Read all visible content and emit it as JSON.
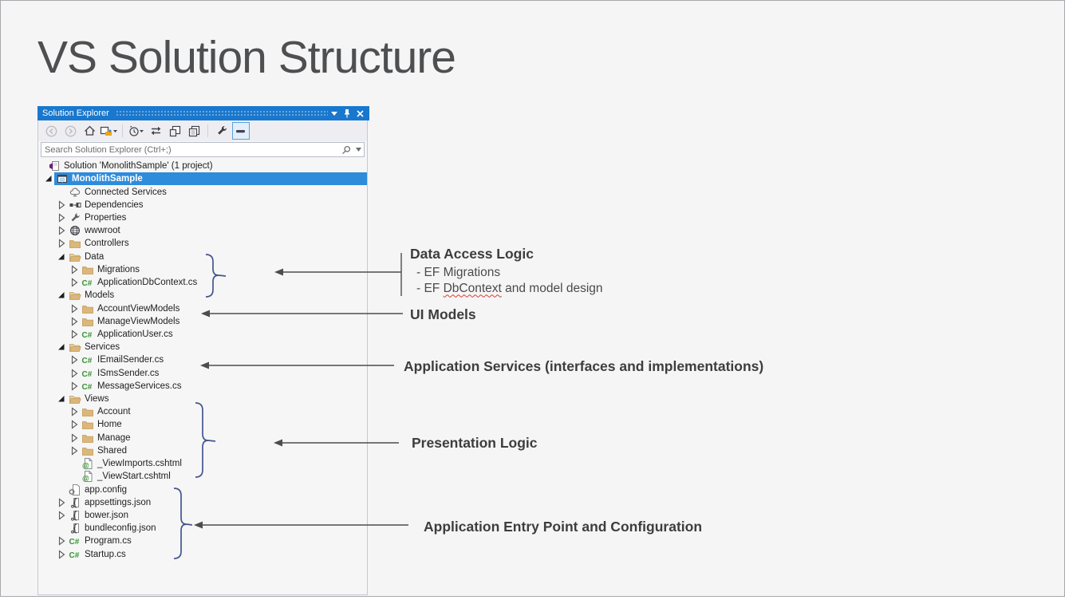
{
  "slide": {
    "title": "VS Solution Structure"
  },
  "solution_explorer": {
    "titlebar": {
      "title": "Solution Explorer",
      "icons": [
        "window-position-dropdown",
        "pin",
        "close"
      ]
    },
    "toolbar": {
      "buttons": [
        "back",
        "forward",
        "home",
        "switch-views",
        "pending-changes-filter",
        "sync-with-active-document",
        "refresh",
        "collapse-all",
        "properties",
        "preview-selected-items"
      ],
      "separators_after": [
        "switch-views",
        "collapse-all"
      ]
    },
    "search": {
      "placeholder": "Search Solution Explorer (Ctrl+;)",
      "icons": [
        "search",
        "search-options-dropdown"
      ]
    },
    "tree": {
      "rows": [
        {
          "label": "Solution 'MonolithSample' (1 project)",
          "level": 0,
          "icon": "solution",
          "arrow": null
        },
        {
          "label": "MonolithSample",
          "level": 1,
          "icon": "project",
          "arrow": "expanded",
          "selected": true
        },
        {
          "label": "Connected Services",
          "level": 2,
          "icon": "connected-services",
          "arrow": null
        },
        {
          "label": "Dependencies",
          "level": 2,
          "icon": "dependencies",
          "arrow": "collapsed"
        },
        {
          "label": "Properties",
          "level": 2,
          "icon": "wrench",
          "arrow": "collapsed"
        },
        {
          "label": "wwwroot",
          "level": 2,
          "icon": "globe",
          "arrow": "collapsed"
        },
        {
          "label": "Controllers",
          "level": 2,
          "icon": "folder",
          "arrow": "collapsed"
        },
        {
          "label": "Data",
          "level": 2,
          "icon": "folder-open",
          "arrow": "expanded"
        },
        {
          "label": "Migrations",
          "level": 3,
          "icon": "folder",
          "arrow": "collapsed"
        },
        {
          "label": "ApplicationDbContext.cs",
          "level": 3,
          "icon": "csharp",
          "arrow": "collapsed"
        },
        {
          "label": "Models",
          "level": 2,
          "icon": "folder-open",
          "arrow": "expanded"
        },
        {
          "label": "AccountViewModels",
          "level": 3,
          "icon": "folder",
          "arrow": "collapsed"
        },
        {
          "label": "ManageViewModels",
          "level": 3,
          "icon": "folder",
          "arrow": "collapsed"
        },
        {
          "label": "ApplicationUser.cs",
          "level": 3,
          "icon": "csharp",
          "arrow": "collapsed"
        },
        {
          "label": "Services",
          "level": 2,
          "icon": "folder-open",
          "arrow": "expanded"
        },
        {
          "label": "IEmailSender.cs",
          "level": 3,
          "icon": "csharp",
          "arrow": "collapsed"
        },
        {
          "label": "ISmsSender.cs",
          "level": 3,
          "icon": "csharp",
          "arrow": "collapsed"
        },
        {
          "label": "MessageServices.cs",
          "level": 3,
          "icon": "csharp",
          "arrow": "collapsed"
        },
        {
          "label": "Views",
          "level": 2,
          "icon": "folder-open",
          "arrow": "expanded"
        },
        {
          "label": "Account",
          "level": 3,
          "icon": "folder",
          "arrow": "collapsed"
        },
        {
          "label": "Home",
          "level": 3,
          "icon": "folder",
          "arrow": "collapsed"
        },
        {
          "label": "Manage",
          "level": 3,
          "icon": "folder",
          "arrow": "collapsed"
        },
        {
          "label": "Shared",
          "level": 3,
          "icon": "folder",
          "arrow": "collapsed"
        },
        {
          "label": "_ViewImports.cshtml",
          "level": 3,
          "icon": "cshtml",
          "arrow": null
        },
        {
          "label": "_ViewStart.cshtml",
          "level": 3,
          "icon": "cshtml",
          "arrow": null
        },
        {
          "label": "app.config",
          "level": 2,
          "icon": "config",
          "arrow": null
        },
        {
          "label": "appsettings.json",
          "level": 2,
          "icon": "json",
          "arrow": "collapsed"
        },
        {
          "label": "bower.json",
          "level": 2,
          "icon": "json",
          "arrow": "collapsed"
        },
        {
          "label": "bundleconfig.json",
          "level": 2,
          "icon": "json",
          "arrow": null
        },
        {
          "label": "Program.cs",
          "level": 2,
          "icon": "csharp",
          "arrow": "collapsed"
        },
        {
          "label": "Startup.cs",
          "level": 2,
          "icon": "csharp",
          "arrow": "collapsed"
        }
      ]
    }
  },
  "annotations": [
    {
      "title": "Data Access Logic",
      "bullets": [
        {
          "text": "- EF Migrations"
        },
        {
          "prefix": "- EF ",
          "misspelled": "DbContext",
          "suffix": " and model design"
        }
      ]
    },
    {
      "title": "UI Models"
    },
    {
      "title": "Application Services (interfaces and implementations)"
    },
    {
      "title": "Presentation Logic"
    },
    {
      "title": "Application Entry Point and Configuration"
    }
  ],
  "colors": {
    "titlebar_blue": "#1978ce",
    "selection_blue": "#2f8cdb",
    "brace_blue": "#44568e",
    "arrow_gray": "#4d4d4d",
    "folder_tan": "#dcb67a",
    "csharp_green": "#369432",
    "slide_bg": "#f5f5f6"
  }
}
